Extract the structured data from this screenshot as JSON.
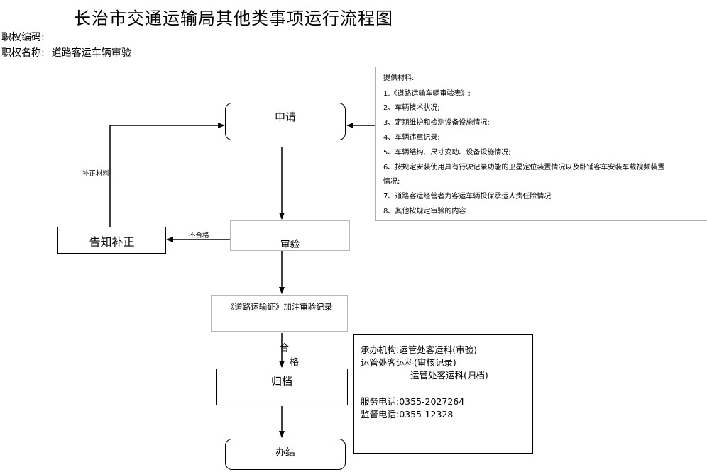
{
  "title": "长治市交通运输局其他类事项运行流程图",
  "power_code_label": "职权编码:",
  "power_name_label": "职权名称:",
  "power_name_value": "道路客运车辆审验",
  "nodes": {
    "apply": "申请",
    "review": "审验",
    "notify": "告知补正",
    "annotate": "《道路运输证》加注审验记录",
    "archive": "归档",
    "complete": "办结"
  },
  "edges": {
    "fail": "不合格",
    "supplement": "补正材料",
    "pass_1": "合",
    "pass_2": "格"
  },
  "materials": {
    "heading": "提供材料:",
    "items": [
      "1.《道路运输车辆审验表》;",
      "2、车辆技术状况;",
      "3、定期维护和检测设备设施情况;",
      "4、车辆违章记录;",
      "5、车辆结构、尺寸变动、设备设施情况;",
      "6、按规定安装使用具有行驶记录功能的卫星定位装置情况以及卧铺客车安装车载视频装置",
      "情况;",
      "7、道路客运经营者为客运车辆投保承运人责任险情况",
      "8、其他按规定审验的内容"
    ]
  },
  "info": {
    "org_line": "承办机构:运管处客运科(审验)",
    "line2": "运管处客运科(审核记录)",
    "line3": "运管处客运科(归档)",
    "service_phone": "服务电话:0355-2027264",
    "supervise_phone": "监督电话:0355-12328"
  }
}
